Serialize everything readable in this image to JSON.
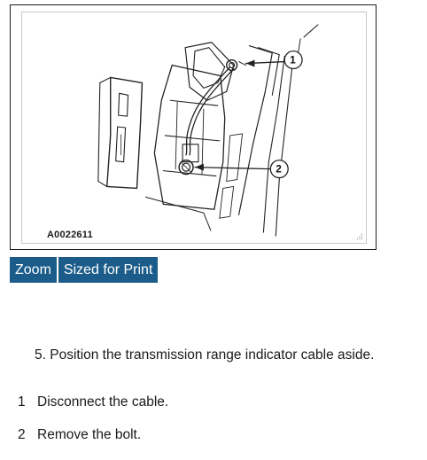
{
  "figure": {
    "id_label": "A0022611",
    "callouts": [
      {
        "number": "1"
      },
      {
        "number": "2"
      }
    ]
  },
  "buttons": {
    "zoom_label": "Zoom",
    "print_label": "Sized for Print"
  },
  "instruction": {
    "step_text": "5. Position the transmission range indicator cable aside."
  },
  "callout_list": [
    {
      "number": "1",
      "text": "Disconnect the cable."
    },
    {
      "number": "2",
      "text": "Remove the bolt."
    }
  ],
  "colors": {
    "button_background": "#1b5c8a",
    "button_text": "#ffffff",
    "body_text": "#1a1a1a"
  }
}
